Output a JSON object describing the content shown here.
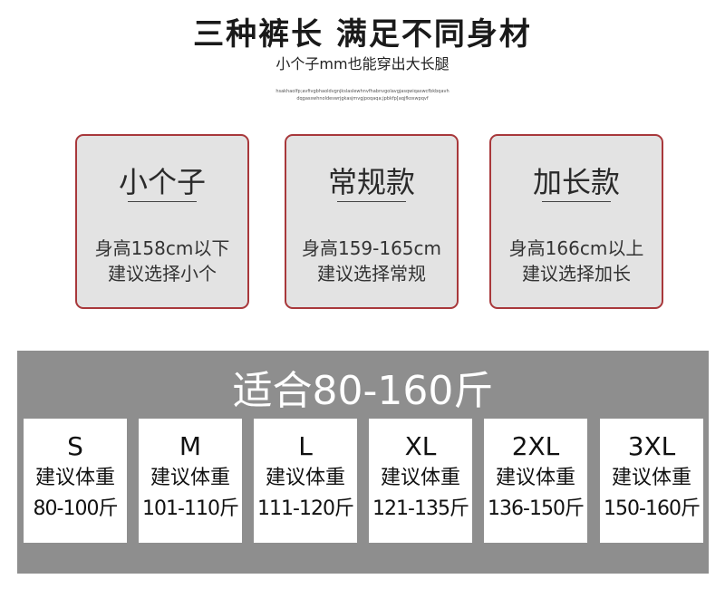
{
  "header": {
    "title": "三种裤长  满足不同身材",
    "subtitle": "小个子mm也能穿出大长腿",
    "tiny_line_1": "hsakhaolfp;avfivgbhaoldvgnjkslaslewhnvfhabnvgolavgjasqwiqaswcfbkbqavh",
    "tiny_line_2": "dqgasswhnoldeswrjgkasjmvgjpoqaqa;jpbkfp[aqjfkoswpqvf"
  },
  "length_cards": [
    {
      "title": "小个子",
      "desc_line_1": "身高158cm以下",
      "desc_line_2": "建议选择小个"
    },
    {
      "title": "常规款",
      "desc_line_1": "身高159-165cm",
      "desc_line_2": "建议选择常规"
    },
    {
      "title": "加长款",
      "desc_line_1": "身高166cm以上",
      "desc_line_2": "建议选择加长"
    }
  ],
  "weight_panel": {
    "title": "适合80-160斤",
    "sizes": [
      {
        "label": "S",
        "caption": "建议体重",
        "range": "80-100斤"
      },
      {
        "label": "M",
        "caption": "建议体重",
        "range": "101-110斤"
      },
      {
        "label": "L",
        "caption": "建议体重",
        "range": "111-120斤"
      },
      {
        "label": "XL",
        "caption": "建议体重",
        "range": "121-135斤"
      },
      {
        "label": "2XL",
        "caption": "建议体重",
        "range": "136-150斤"
      },
      {
        "label": "3XL",
        "caption": "建议体重",
        "range": "150-160斤"
      }
    ]
  },
  "colors": {
    "card_border": "#a8383b",
    "card_background": "#e3e3e3",
    "panel_background": "#8e8e8e"
  }
}
